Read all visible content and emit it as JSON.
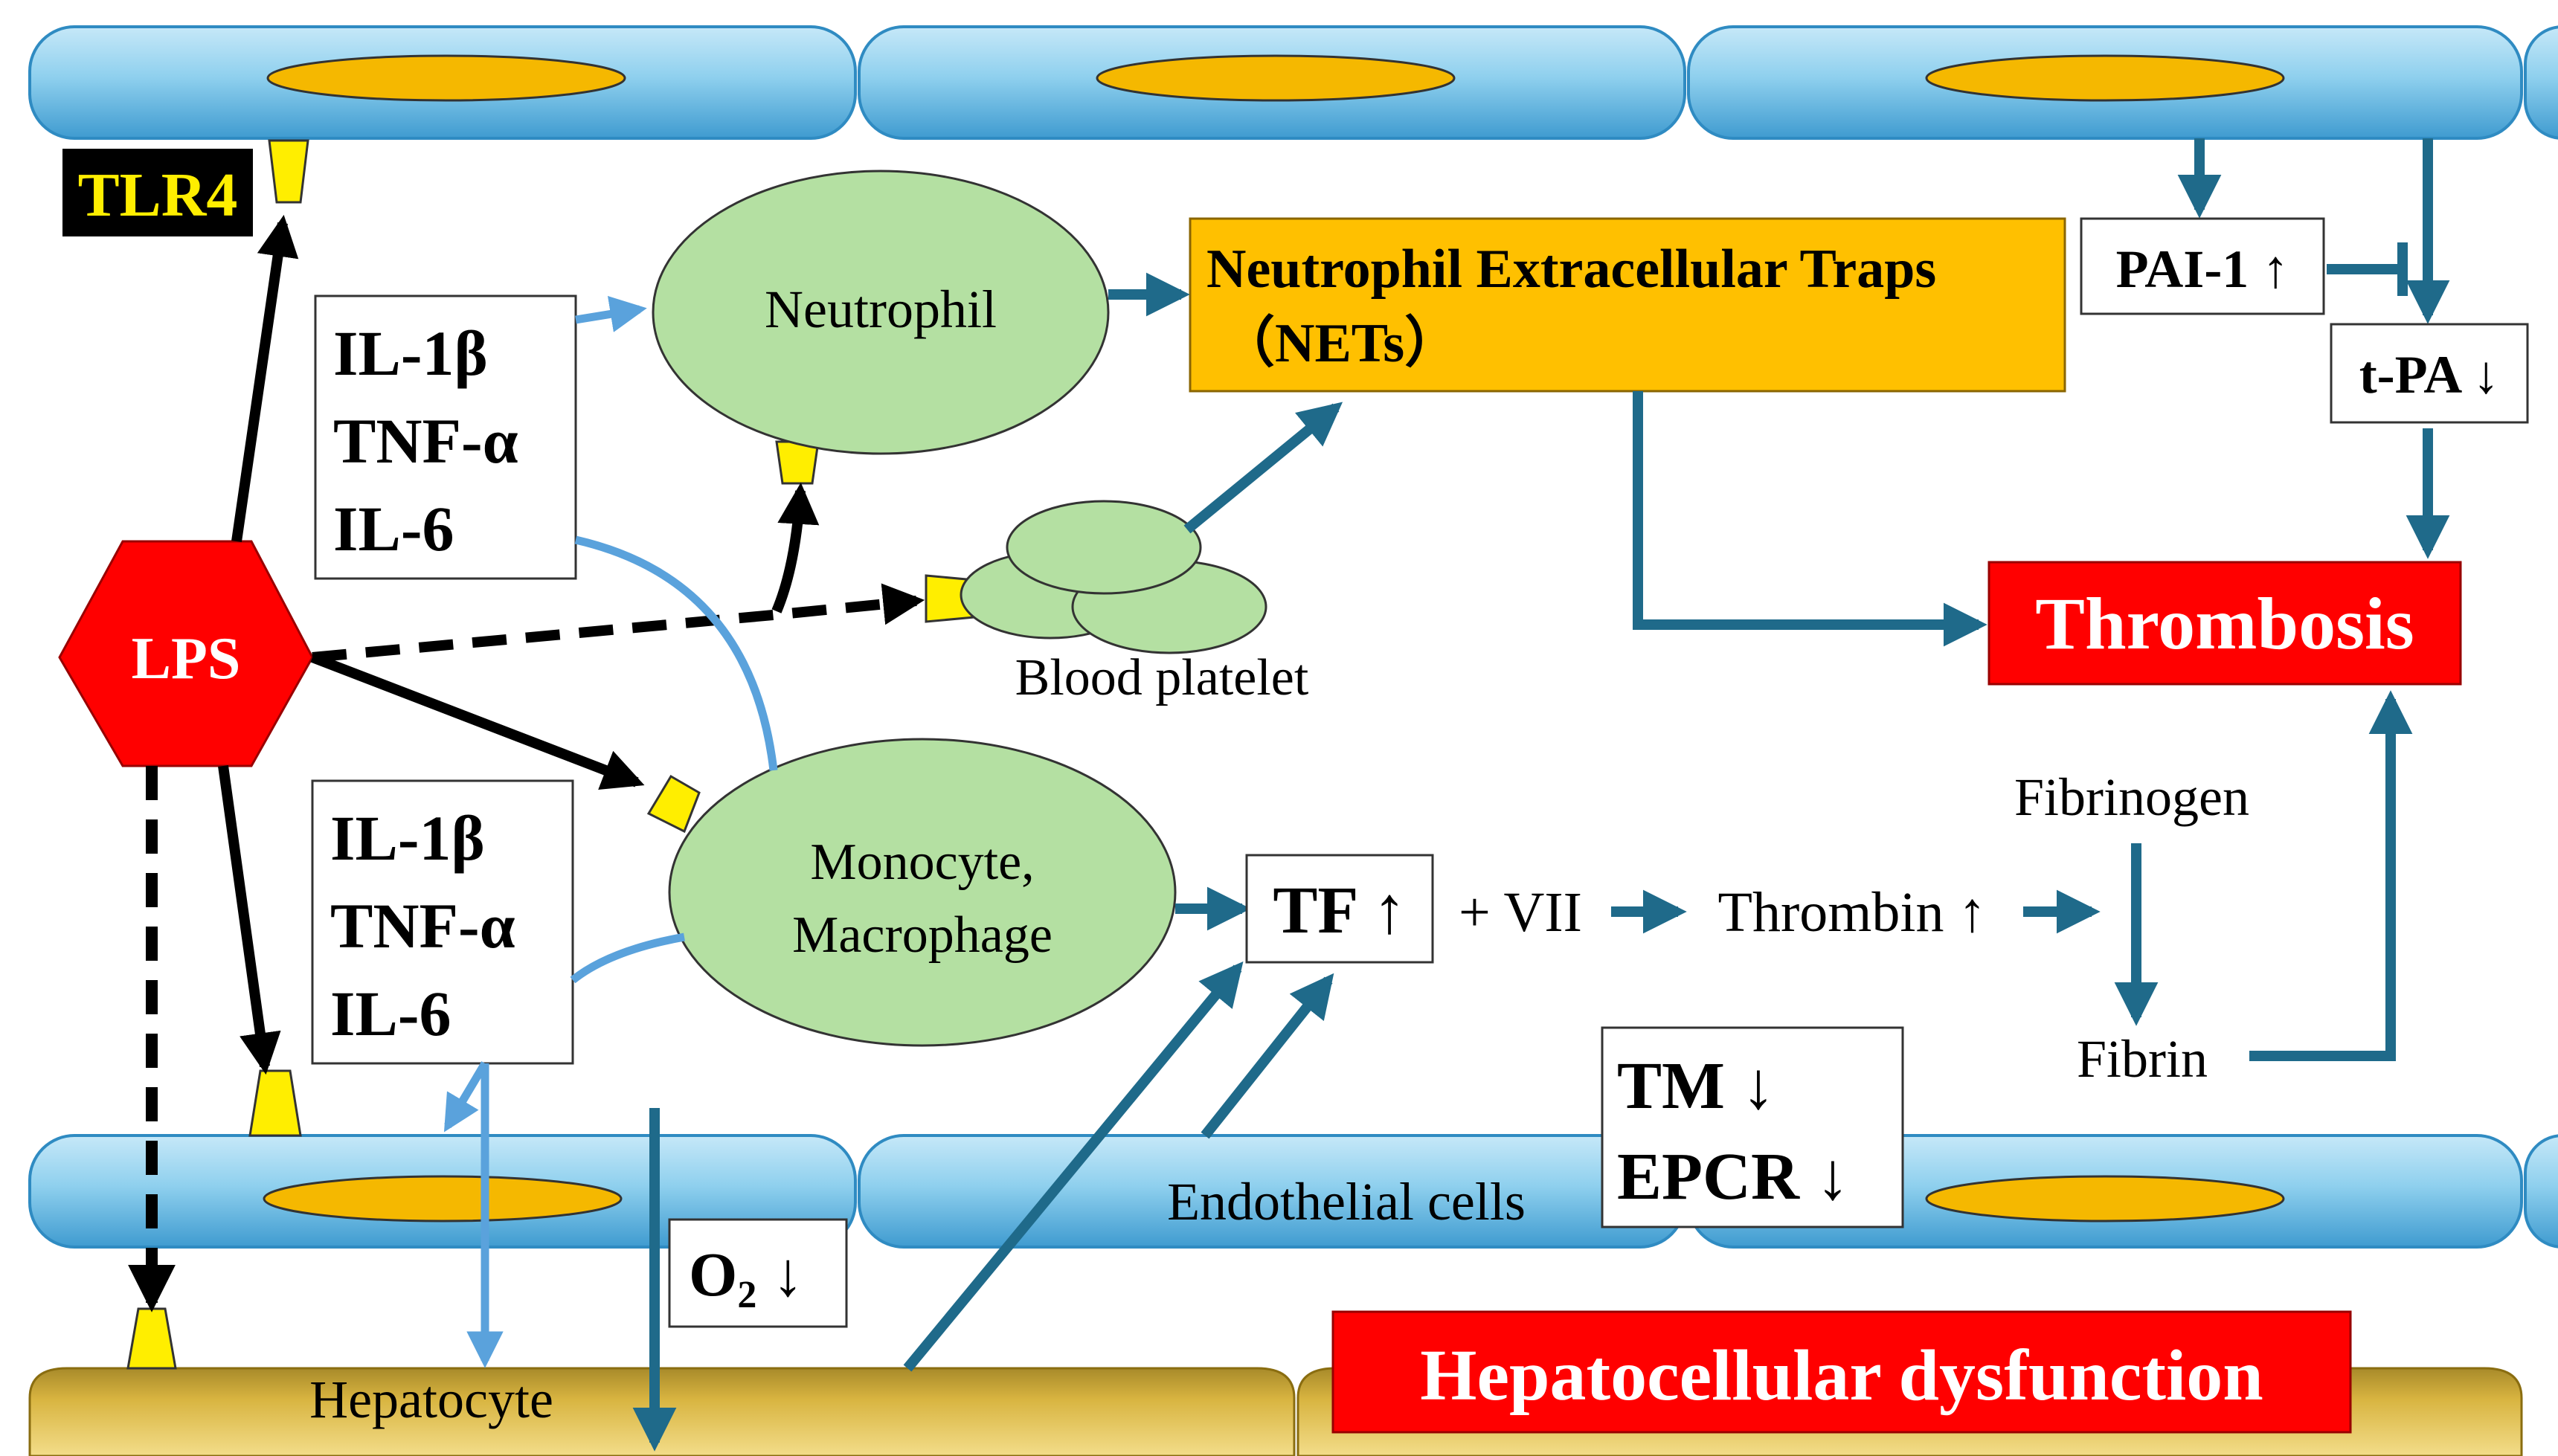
{
  "colors": {
    "vessel": "#8fd0ee",
    "vessel_dark": "#2f8bc2",
    "nucleus": "#f5b800",
    "cell": "#b4e0a2",
    "receptor": "#ffee00",
    "arrow": "#1f6a8a",
    "arrow_light": "#5aa2dc",
    "black": "#000000",
    "red": "#ff0000",
    "orange": "#ffc000",
    "hepatocyte": "#c8a23a"
  },
  "labels": {
    "tlr4": "TLR4",
    "lps": "LPS",
    "neutrophil": "Neutrophil",
    "nets_line1": "Neutrophil Extracellular Traps",
    "nets_line2": "（NETs）",
    "pai1": "PAI-1 ↑",
    "tpa": "t-PA ↓",
    "thrombosis": "Thrombosis",
    "cytokine_top": [
      "IL-1β",
      "TNF-α",
      "IL-6"
    ],
    "cytokine_bottom": [
      "IL-1β",
      "TNF-α",
      "IL-6"
    ],
    "blood_platelet": "Blood platelet",
    "monocyte_line1": "Monocyte,",
    "monocyte_line2": "Macrophage",
    "tf": "TF ↑",
    "vii": "+ VII",
    "thrombin": "Thrombin ↑",
    "fibrinogen": "Fibrinogen",
    "fibrin": "Fibrin",
    "tm": "TM ↓",
    "epcr": "EPCR ↓",
    "endothelial": "Endothelial cells",
    "o2_main": "O",
    "o2_sub": "2",
    "o2_arrow": " ↓",
    "hepatocyte": "Hepatocyte",
    "hepatocellular": "Hepatocellular dysfunction"
  }
}
